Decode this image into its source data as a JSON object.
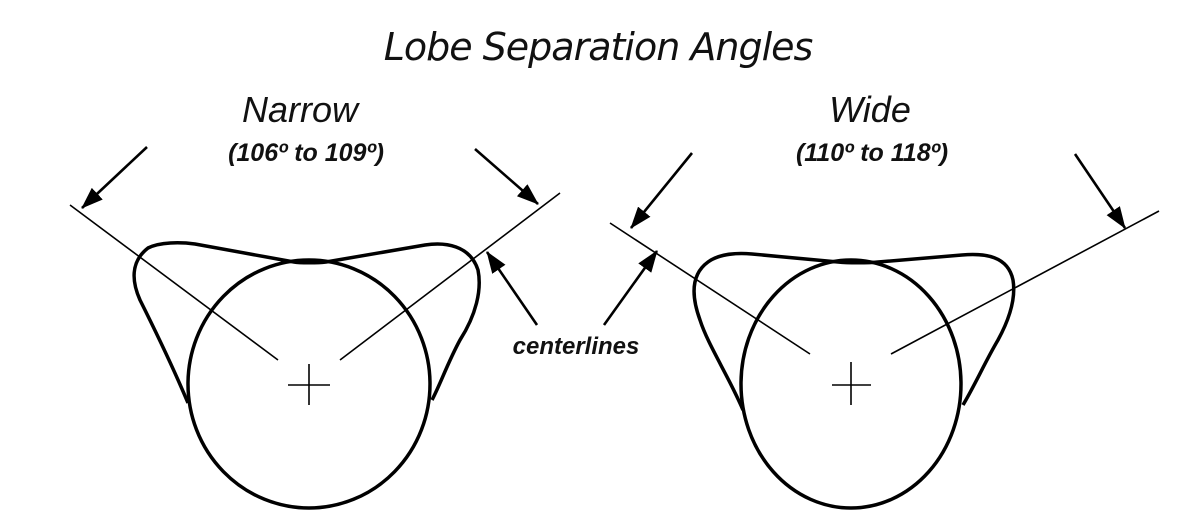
{
  "title": "Lobe Separation Angles",
  "diagrams": [
    {
      "id": "narrow",
      "label": "Narrow",
      "range": "(106º to 109º)",
      "min_angle_deg": 106,
      "max_angle_deg": 109
    },
    {
      "id": "wide",
      "label": "Wide",
      "range": "(110º to 118º)",
      "min_angle_deg": 110,
      "max_angle_deg": 118
    }
  ],
  "callout": {
    "text": "centerlines"
  },
  "colors": {
    "ink": "#000000",
    "background": "#ffffff"
  }
}
